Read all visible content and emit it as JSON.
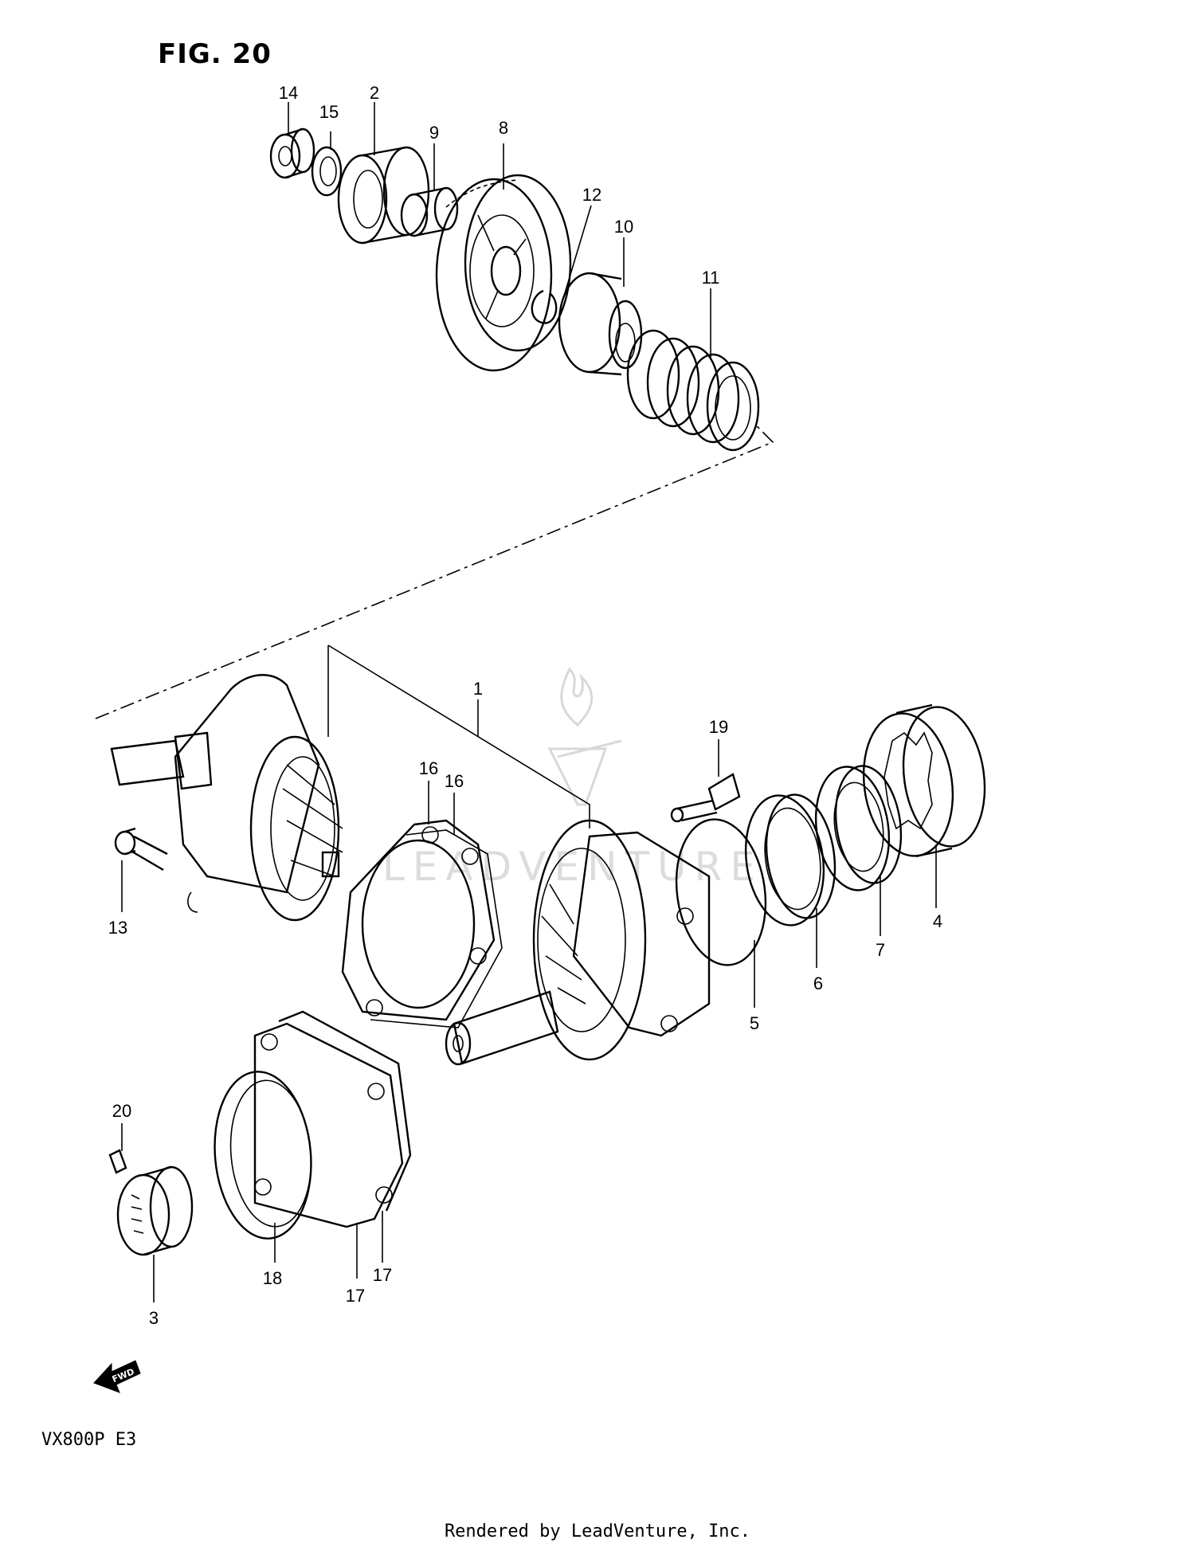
{
  "figure": {
    "title": "FIG. 20"
  },
  "model_code": "VX800P  E3",
  "footer": "Rendered by LeadVenture, Inc.",
  "watermark": {
    "text": "LEADVENTURE",
    "icon": "leadventure-logo-icon"
  },
  "fwd_marker": {
    "label": "FWD",
    "icon": "arrow-left-icon"
  },
  "callouts": {
    "c1": "1",
    "c2": "2",
    "c3": "3",
    "c4": "4",
    "c5": "5",
    "c6": "6",
    "c7": "7",
    "c8": "8",
    "c9": "9",
    "c10": "10",
    "c11": "11",
    "c12": "12",
    "c13": "13",
    "c14": "14",
    "c15": "15",
    "c16a": "16",
    "c16b": "16",
    "c17a": "17",
    "c17b": "17",
    "c18": "18",
    "c19": "19",
    "c20": "20"
  },
  "colors": {
    "ink": "#000000",
    "watermark": "#d8d8d8",
    "background": "#ffffff"
  }
}
